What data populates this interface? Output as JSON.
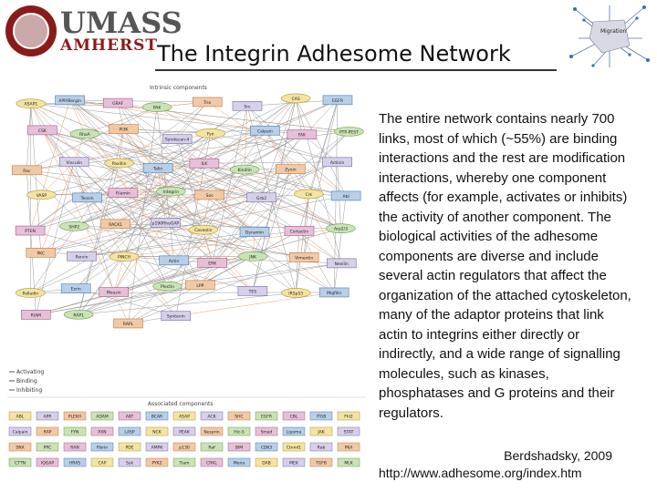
{
  "logo": {
    "line1": "UMASS",
    "line2": "AMHERST"
  },
  "title": "The Integrin Adhesome Network",
  "thumbnail_label": "Migration",
  "figure": {
    "section_intrinsic": "Intrinsic components",
    "section_associated": "Associated components",
    "legend": [
      "Activating",
      "Binding",
      "Inhibiting"
    ],
    "intrinsic_nodes": [
      "ASAP1",
      "APP/Bergin",
      "GRAF",
      "PAK",
      "Trio",
      "Src",
      "CAS",
      "EGFR",
      "CSK",
      "RhoA",
      "PI3K",
      "Syndecan-4",
      "Fyn",
      "Calpain",
      "FAK",
      "PTP-PEST",
      "Rac",
      "Vinculin",
      "Paxillin",
      "Talin",
      "ILK",
      "Kindlin",
      "Zyxin",
      "Actinin",
      "VASP",
      "Tensin",
      "Filamin",
      "Integrin",
      "Sos",
      "Grb2",
      "Crk",
      "Abl",
      "PTEN",
      "SHP2",
      "RACK1",
      "p190RhoGAP",
      "Caveolin",
      "Dynamin",
      "Cortactin",
      "Arp2/3",
      "PKC",
      "Parvin",
      "PINCH",
      "Actin",
      "ERK",
      "JNK",
      "Vimentin",
      "Nexilin",
      "Palladin",
      "Ezrin",
      "Moesin",
      "Plectin",
      "LPP",
      "TES",
      "IRSp53",
      "Migfilin",
      "RIAM",
      "RAP1",
      "RAPL",
      "Syntenin"
    ],
    "associated_nodes": [
      "ABL",
      "APR",
      "PLEKH",
      "ADAM",
      "AKT",
      "BCAR",
      "ASAP",
      "ACK",
      "SHC",
      "EGFR",
      "CBL",
      "ITGB",
      "Fhl2",
      "Calpain",
      "RAP",
      "FYN",
      "PXN",
      "LASP",
      "NCK",
      "PEAK",
      "Nesprin",
      "Hic-5",
      "Smad",
      "Lipoma",
      "JAK",
      "STAT",
      "SNX",
      "PRC",
      "RAN",
      "Fibrin",
      "PDE",
      "AMPK",
      "p130",
      "Raf",
      "BIM",
      "CD63",
      "Ctnnd1",
      "Rab",
      "PKA",
      "CTTN",
      "IQGAP",
      "HRAS",
      "CAP",
      "Syk",
      "PYK2",
      "Tiam",
      "CRKL",
      "Mena",
      "DAB",
      "MEK",
      "TGFB",
      "MLK"
    ]
  },
  "body_text": "The entire network contains nearly 700 links, most of which (~55%) are binding interactions and the rest are modification interactions, whereby one component affects (for example, activates or inhibits) the activity of another component. The biological activities of the adhesome components are diverse and include several actin regulators that affect the organization of the attached cytoskeleton, many of the adaptor proteins that link actin to integrins either directly or indirectly, and a wide range of signalling molecules, such as kinases, phosphatases and G proteins and their regulators.",
  "citation": {
    "author": "Berdshadsky,  2009",
    "url": "http://www.adhesome.org/index.htm"
  }
}
